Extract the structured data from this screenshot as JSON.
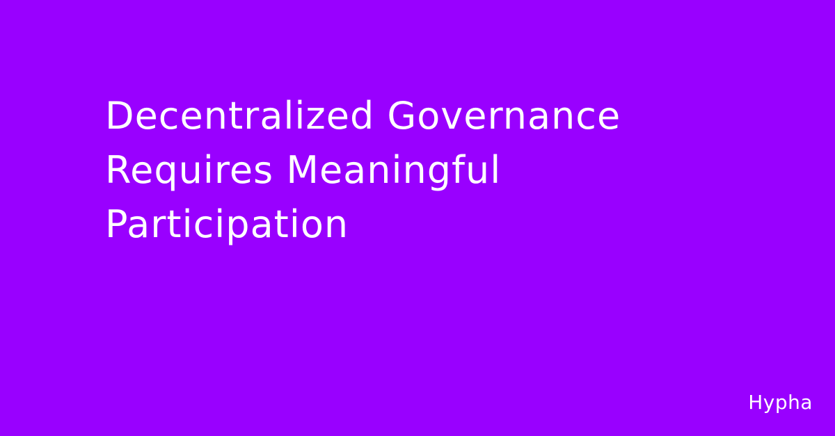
{
  "background_color": "#9900ff",
  "text_color": "#ffffff",
  "headline": {
    "lines": [
      "Decentralized Governance",
      "Requires Meaningful",
      "Participation"
    ]
  },
  "brand": {
    "name": "Hypha"
  }
}
